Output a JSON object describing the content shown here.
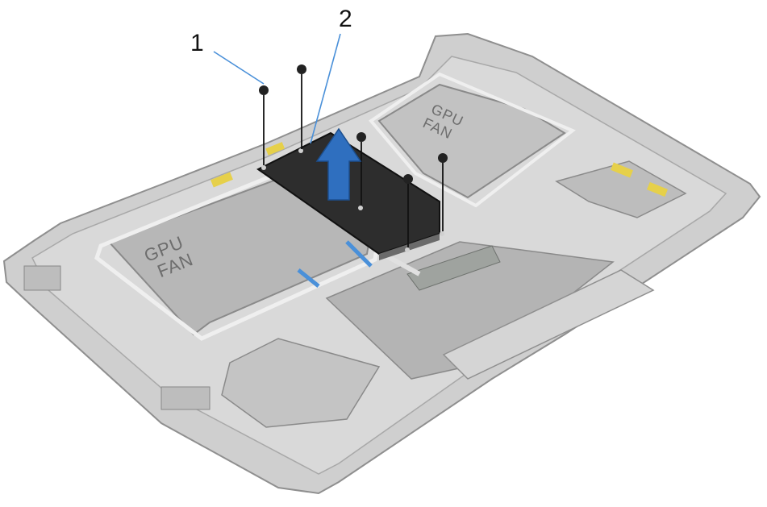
{
  "callouts": [
    {
      "number": "1",
      "meaning": "screws"
    },
    {
      "number": "2",
      "meaning": "bracket"
    }
  ],
  "labels": {
    "left_fan": [
      "GPU",
      "FAN"
    ],
    "right_fan": [
      "GPU",
      "FAN"
    ]
  },
  "colors": {
    "chassis": "#cfcfcf",
    "chassis_edge": "#9a9a9a",
    "panel": "#b7b7b7",
    "bracket": "#2d2d2d",
    "arrow": "#2f6fbf",
    "leader": "#4a90d9",
    "battery": "#b4b4b4"
  },
  "icons": {
    "screw": "screw-icon",
    "lift_arrow": "up-arrow-icon"
  }
}
